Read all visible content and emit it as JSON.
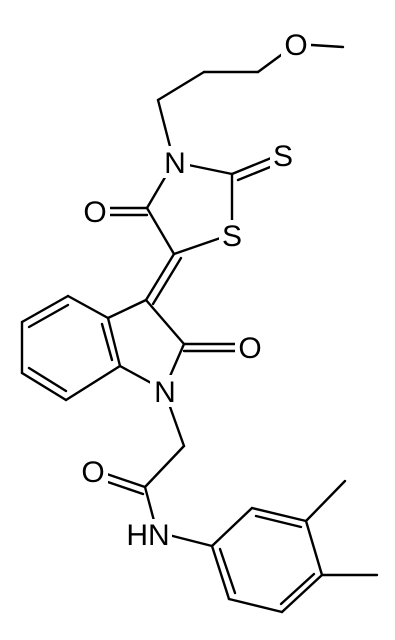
{
  "molecule": {
    "atoms": {
      "o_ether": "O",
      "n_rhodanine": "N",
      "s_thione": "S",
      "o_rhodanine": "O",
      "s_ring": "S",
      "o_indolinone": "O",
      "n_indole": "N",
      "o_amide": "O",
      "nh_amide": "HN"
    }
  }
}
